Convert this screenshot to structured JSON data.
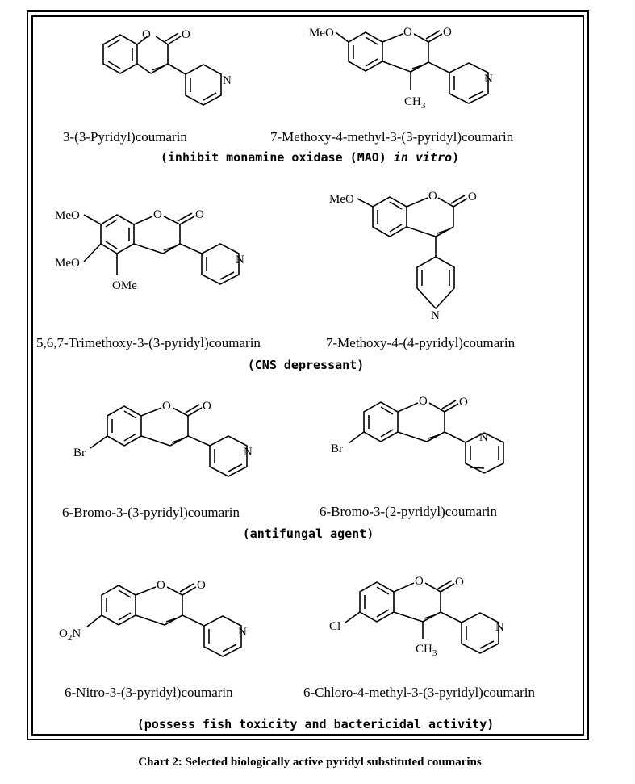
{
  "compounds": [
    {
      "name": "3-(3-Pyridyl)coumarin"
    },
    {
      "name": "7-Methoxy-4-methyl-3-(3-pyridyl)coumarin"
    },
    {
      "name": "5,6,7-Trimethoxy-3-(3-pyridyl)coumarin"
    },
    {
      "name": "7-Methoxy-4-(4-pyridyl)coumarin"
    },
    {
      "name": "6-Bromo-3-(3-pyridyl)coumarin"
    },
    {
      "name": "6-Bromo-3-(2-pyridyl)coumarin"
    },
    {
      "name": "6-Nitro-3-(3-pyridyl)coumarin"
    },
    {
      "name": "6-Chloro-4-methyl-3-(3-pyridyl)coumarin"
    }
  ],
  "activities": {
    "mao_main": "(inhibit monamine oxidase (MAO) ",
    "mao_italic": "in vitro",
    "mao_close": ")",
    "cns": "(CNS depressant)",
    "antifungal": "(antifungal agent)",
    "toxicity": "(possess fish toxicity and bactericidal activity)"
  },
  "atom_labels": {
    "O": "O",
    "N": "N",
    "MeO": "MeO",
    "OMe": "OMe",
    "CH3": "CH",
    "sub3": "3",
    "Br": "Br",
    "Cl": "Cl",
    "O2N_O": "O",
    "O2N_2": "2",
    "O2N_N": "N"
  },
  "caption": "Chart 2: Selected biologically active pyridyl substituted coumarins"
}
